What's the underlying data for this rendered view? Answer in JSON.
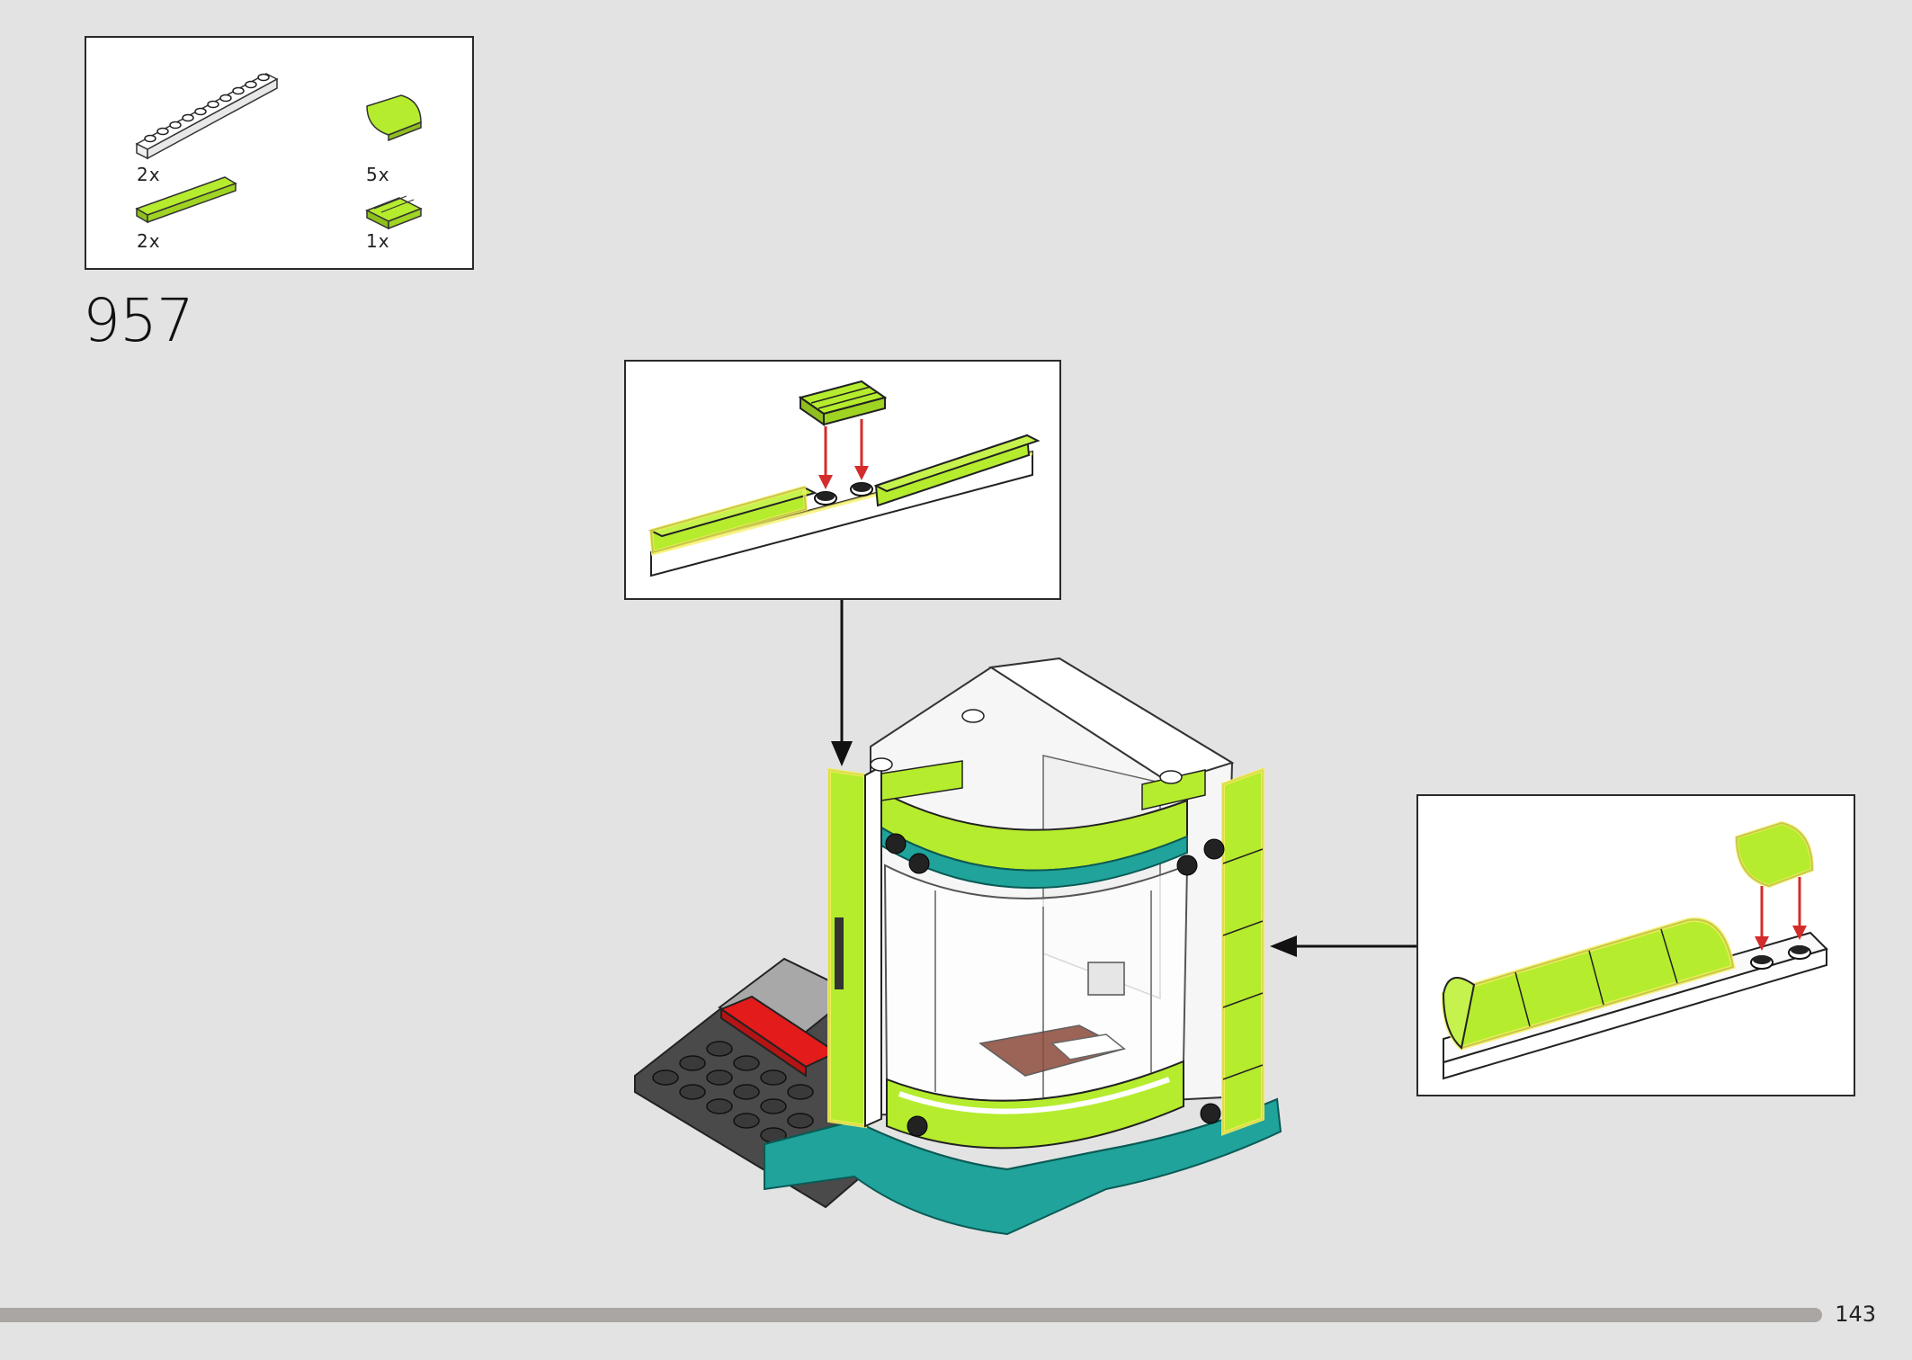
{
  "parts": {
    "items": [
      {
        "name": "white 1x10 plate",
        "qty": "2x"
      },
      {
        "name": "lime curved slope",
        "qty": "5x"
      },
      {
        "name": "lime 1x4 tile",
        "qty": "2x"
      },
      {
        "name": "lime grille tile",
        "qty": "1x"
      }
    ]
  },
  "step": {
    "number": "957"
  },
  "footer": {
    "page_number": "143"
  },
  "colors": {
    "lime": "#b5ec2e",
    "teal": "#1fa39b",
    "red_arrow": "#d42b2b",
    "highlight": "#f3f05a",
    "background": "#e3e3e3"
  },
  "icons": [
    "pointer-arrow-icon",
    "pointer-arrow-icon"
  ]
}
